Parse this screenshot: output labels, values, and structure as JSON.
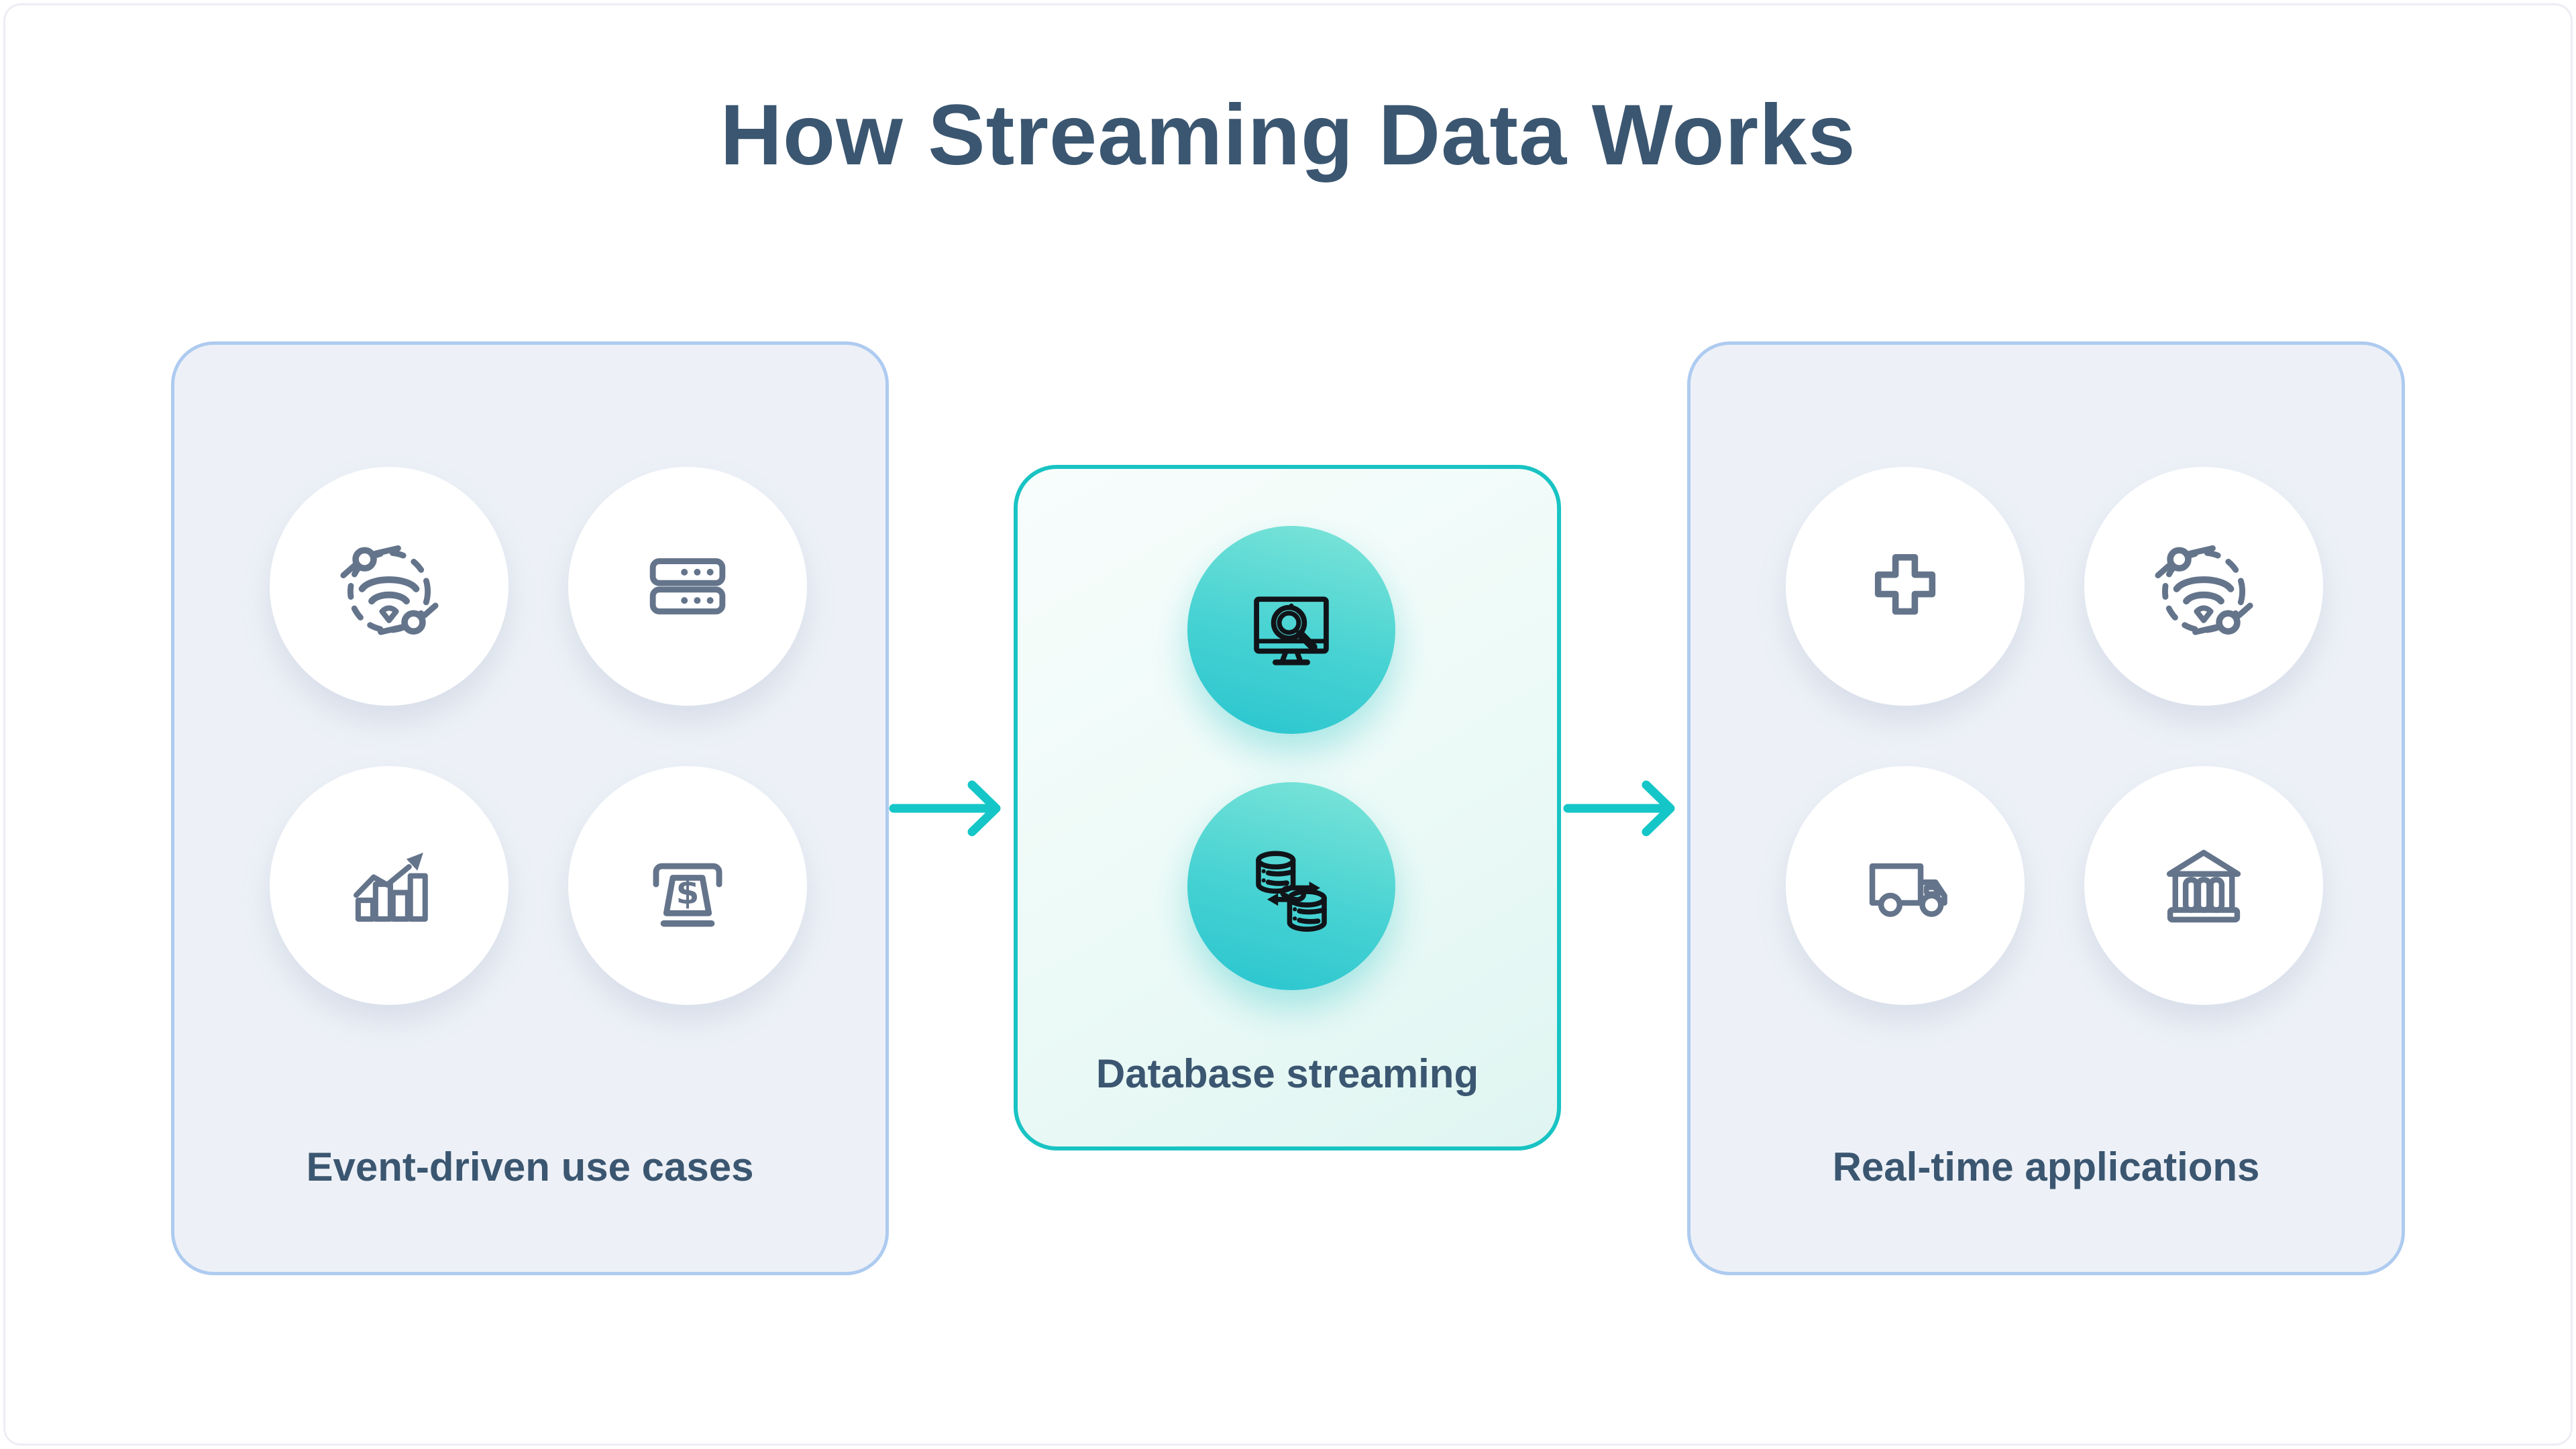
{
  "title": "How Streaming Data Works",
  "left_panel": {
    "label": "Event-driven use cases",
    "icons": [
      "iot-network",
      "server-stack",
      "growth-chart",
      "atm-cash-withdrawal"
    ]
  },
  "middle_panel": {
    "label": "Database streaming",
    "icons": [
      "monitor-search",
      "database-sync"
    ]
  },
  "right_panel": {
    "label": "Real-time applications",
    "icons": [
      "medical-cross",
      "iot-network",
      "delivery-truck",
      "bank-building"
    ]
  },
  "symbols": {
    "atm_currency": "$"
  },
  "colors": {
    "accent_teal": "#19c3c3",
    "panel_border_blue": "#aecbf0",
    "side_panel_bg": "#edf1f7",
    "middle_panel_bg": "#ecfaf7",
    "heading_text": "#3b5670",
    "icon_stroke": "#64748b",
    "teal_circle_top": "#7fe5d8",
    "teal_circle_bottom": "#28c5cf"
  }
}
